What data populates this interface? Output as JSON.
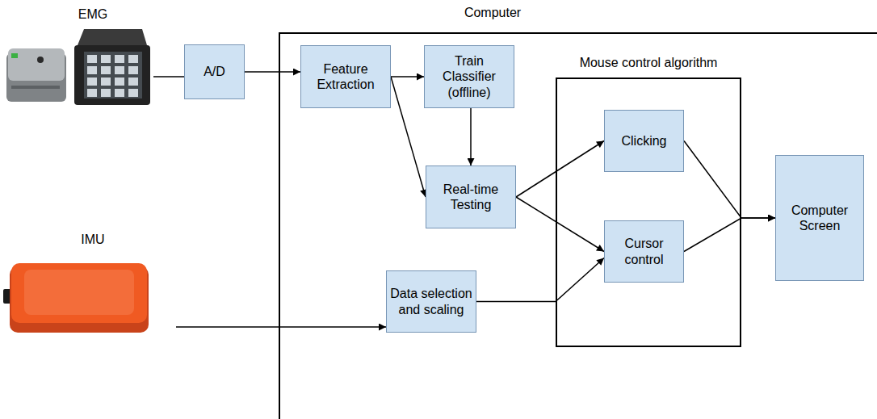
{
  "diagram": {
    "nodes": [
      {
        "text": [
          "Computer"
        ]
      },
      {
        "text": [
          "A/D"
        ]
      },
      {
        "text": [
          "Feature Extraction"
        ],
        "in": 0
      },
      {
        "text": [
          "Train Classifier (offline)"
        ],
        "in": 0
      },
      {
        "text": [
          "Real-time Testing"
        ],
        "in": 0
      },
      {
        "text": [
          "Mouse control algorithm"
        ],
        "in": 0
      },
      {
        "text": [
          "Clicking"
        ],
        "in": 5
      },
      {
        "text": [
          "Cursor control"
        ],
        "in": 5
      },
      {
        "text": [
          "Computer Screen"
        ],
        "in": 0
      },
      {
        "text": [
          "Data selection and scaling"
        ],
        "in": 0
      }
    ],
    "edges": [
      {
        "from": 1,
        "to": 2,
        "arrow": "to"
      },
      {
        "from": 2,
        "to": 3,
        "arrow": "to"
      },
      {
        "from": 2,
        "to": 4,
        "arrow": "to"
      },
      {
        "from": 3,
        "to": 4,
        "arrow": "to"
      },
      {
        "from": 4,
        "to": 6,
        "arrow": "to"
      },
      {
        "from": 4,
        "to": 7,
        "arrow": "to"
      },
      {
        "from": 9,
        "to": 7,
        "arrow": "to"
      },
      {
        "from": 6,
        "to": 8,
        "arrow": "to"
      },
      {
        "from": 7,
        "to": 8,
        "arrow": "to"
      }
    ],
    "labels": [
      "EMG",
      "IMU"
    ]
  }
}
